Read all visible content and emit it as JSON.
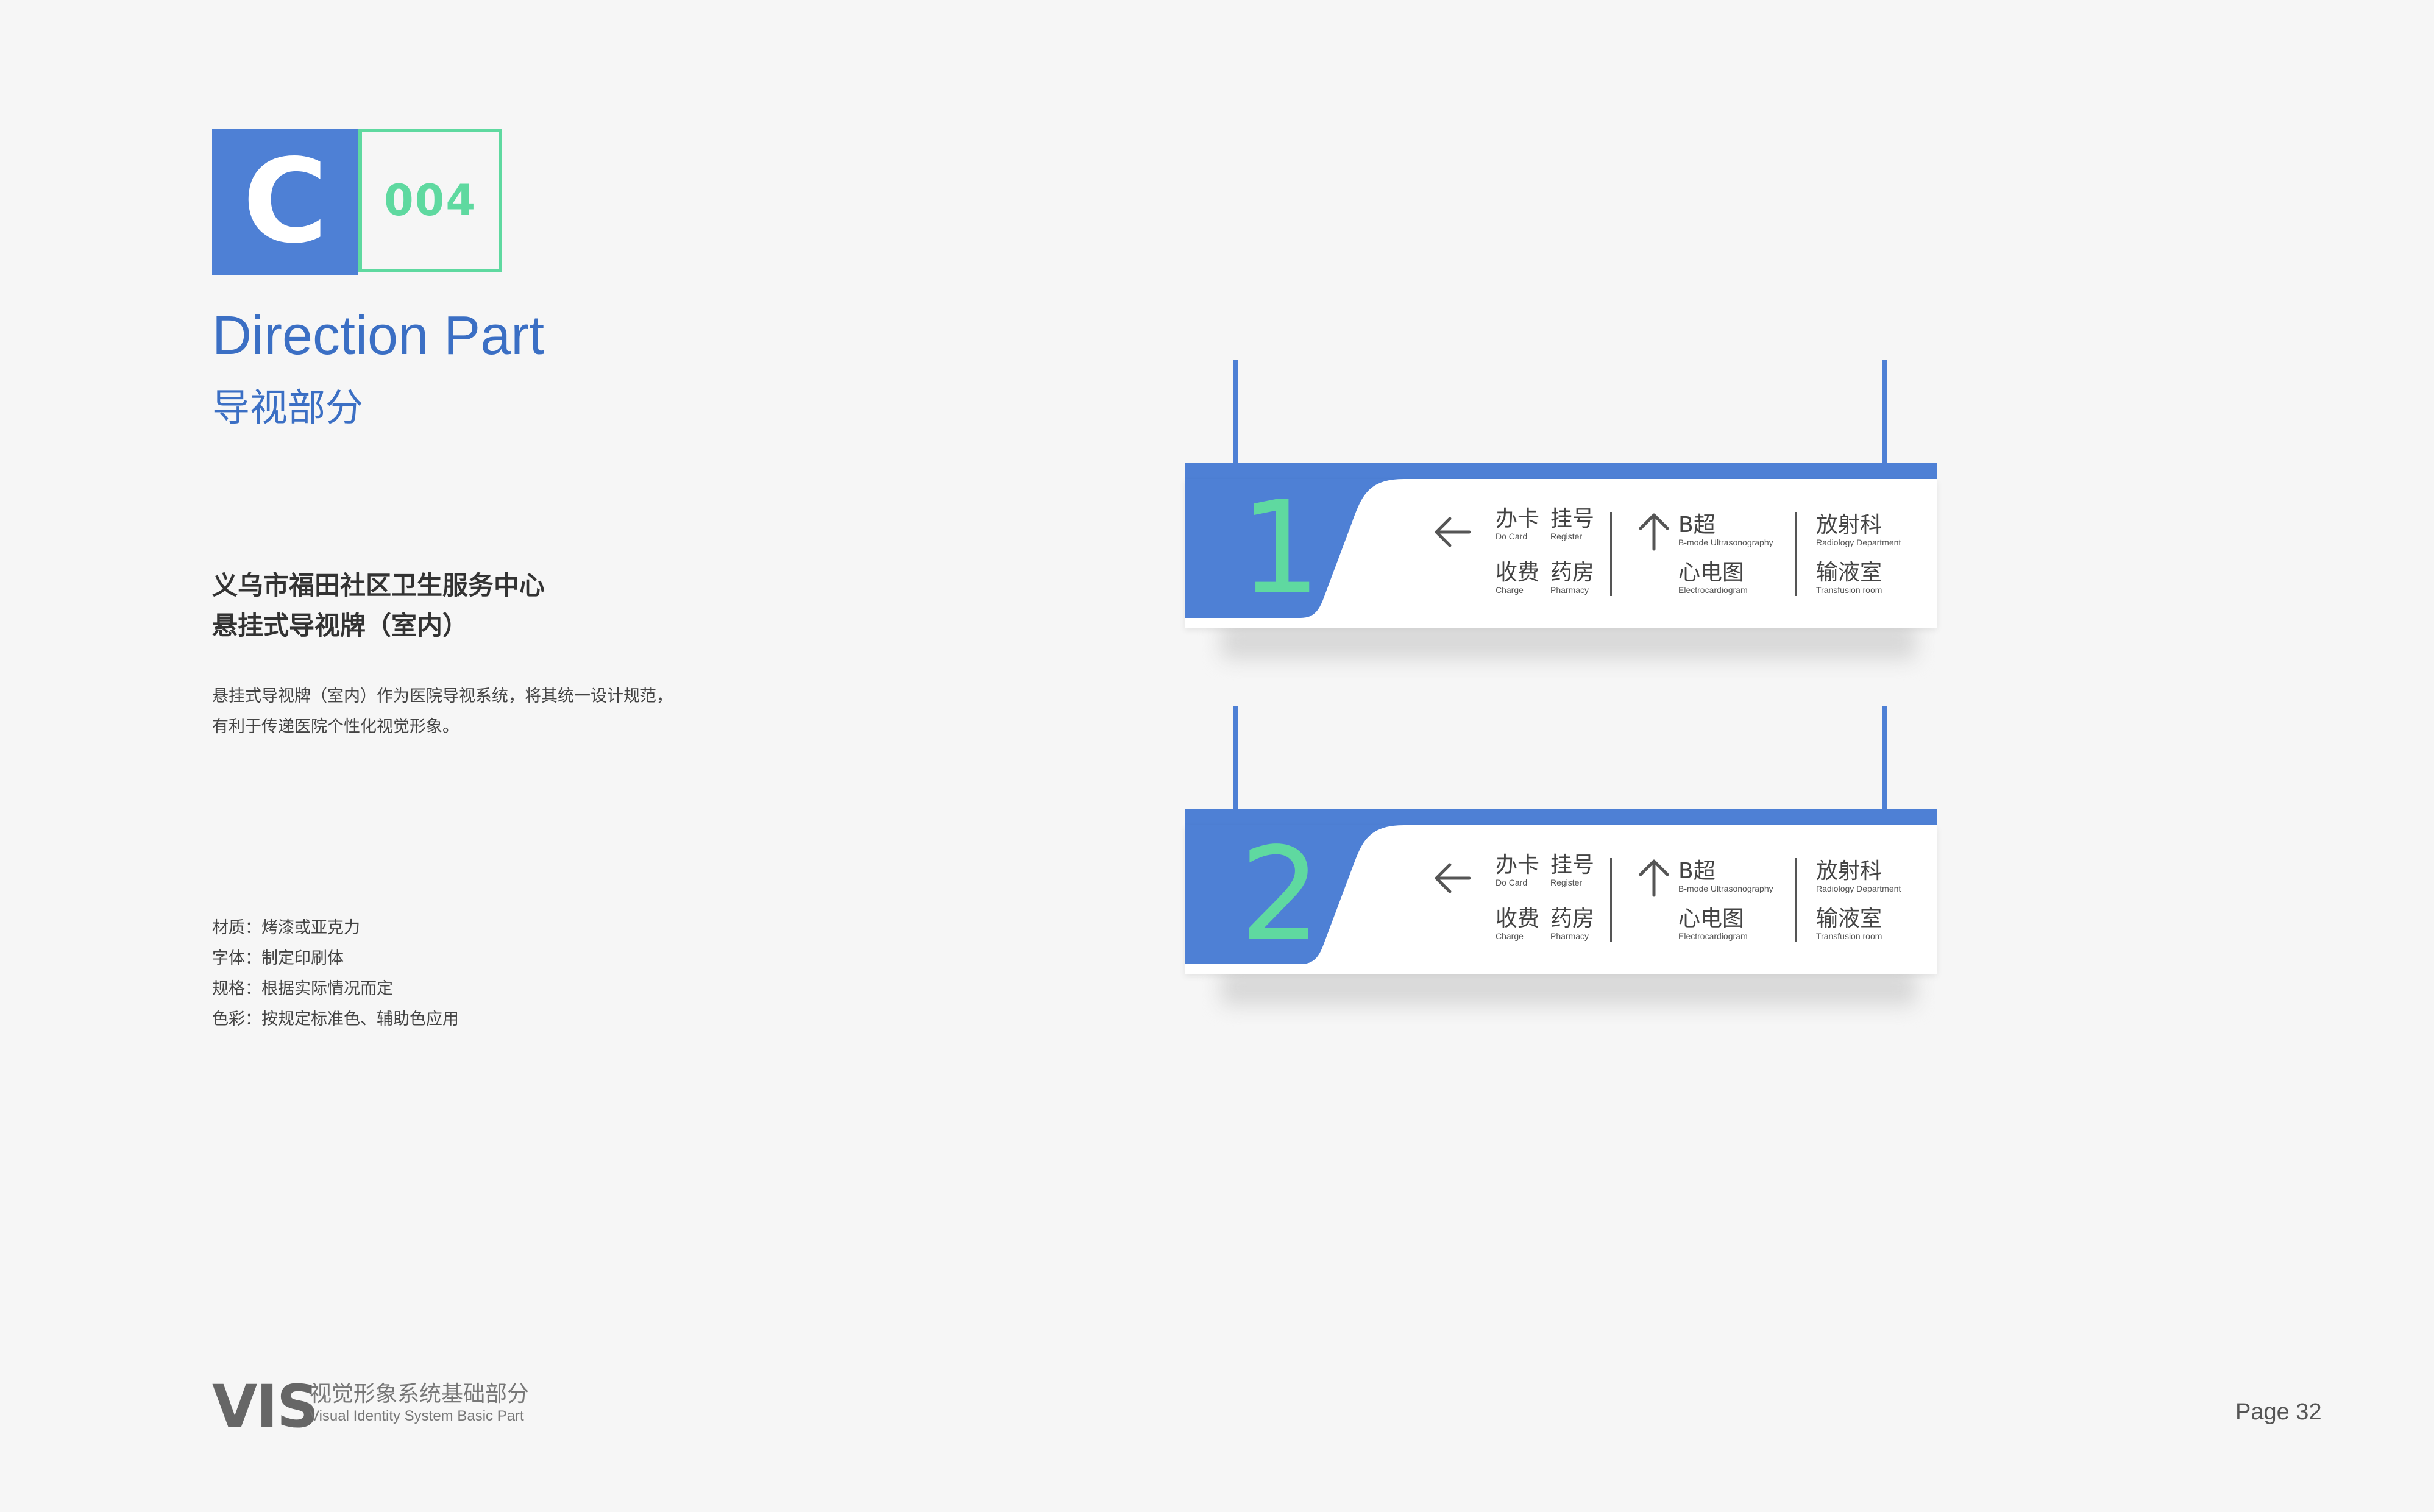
{
  "badge": {
    "letter": "C",
    "number": "004"
  },
  "title": {
    "en": "Direction Part",
    "cn": "导视部分"
  },
  "subtitle": {
    "line1": "义乌市福田社区卫生服务中心",
    "line2": "悬挂式导视牌（室内）"
  },
  "description": {
    "line1": "悬挂式导视牌（室内）作为医院导视系统，将其统一设计规范，",
    "line2": "有利于传递医院个性化视觉形象。"
  },
  "specs": {
    "material": "材质：烤漆或亚克力",
    "font": "字体：制定印刷体",
    "size": "规格：根据实际情况而定",
    "color": "色彩：按规定标准色、辅助色应用"
  },
  "signs": [
    {
      "number": "1",
      "left_group": [
        {
          "cn": "办卡",
          "en": "Do Card"
        },
        {
          "cn": "挂号",
          "en": "Register"
        },
        {
          "cn": "收费",
          "en": "Charge"
        },
        {
          "cn": "药房",
          "en": "Pharmacy"
        }
      ],
      "mid_group": [
        {
          "cn": "B超",
          "en": "B-mode Ultrasonography"
        },
        {
          "cn": "心电图",
          "en": "Electrocardiogram"
        }
      ],
      "right_group": [
        {
          "cn": "放射科",
          "en": "Radiology Department"
        },
        {
          "cn": "输液室",
          "en": "Transfusion room"
        }
      ]
    },
    {
      "number": "2",
      "left_group": [
        {
          "cn": "办卡",
          "en": "Do Card"
        },
        {
          "cn": "挂号",
          "en": "Register"
        },
        {
          "cn": "收费",
          "en": "Charge"
        },
        {
          "cn": "药房",
          "en": "Pharmacy"
        }
      ],
      "mid_group": [
        {
          "cn": "B超",
          "en": "B-mode Ultrasonography"
        },
        {
          "cn": "心电图",
          "en": "Electrocardiogram"
        }
      ],
      "right_group": [
        {
          "cn": "放射科",
          "en": "Radiology Department"
        },
        {
          "cn": "输液室",
          "en": "Transfusion room"
        }
      ]
    }
  ],
  "footer": {
    "logo": "VIS",
    "cn": "视觉形象系统基础部分",
    "en": "Visual Identity System Basic Part",
    "page": "Page 32"
  },
  "colors": {
    "brand_blue": "#4e80d5",
    "accent_green": "#5fd9a0",
    "background": "#f6f6f6"
  }
}
